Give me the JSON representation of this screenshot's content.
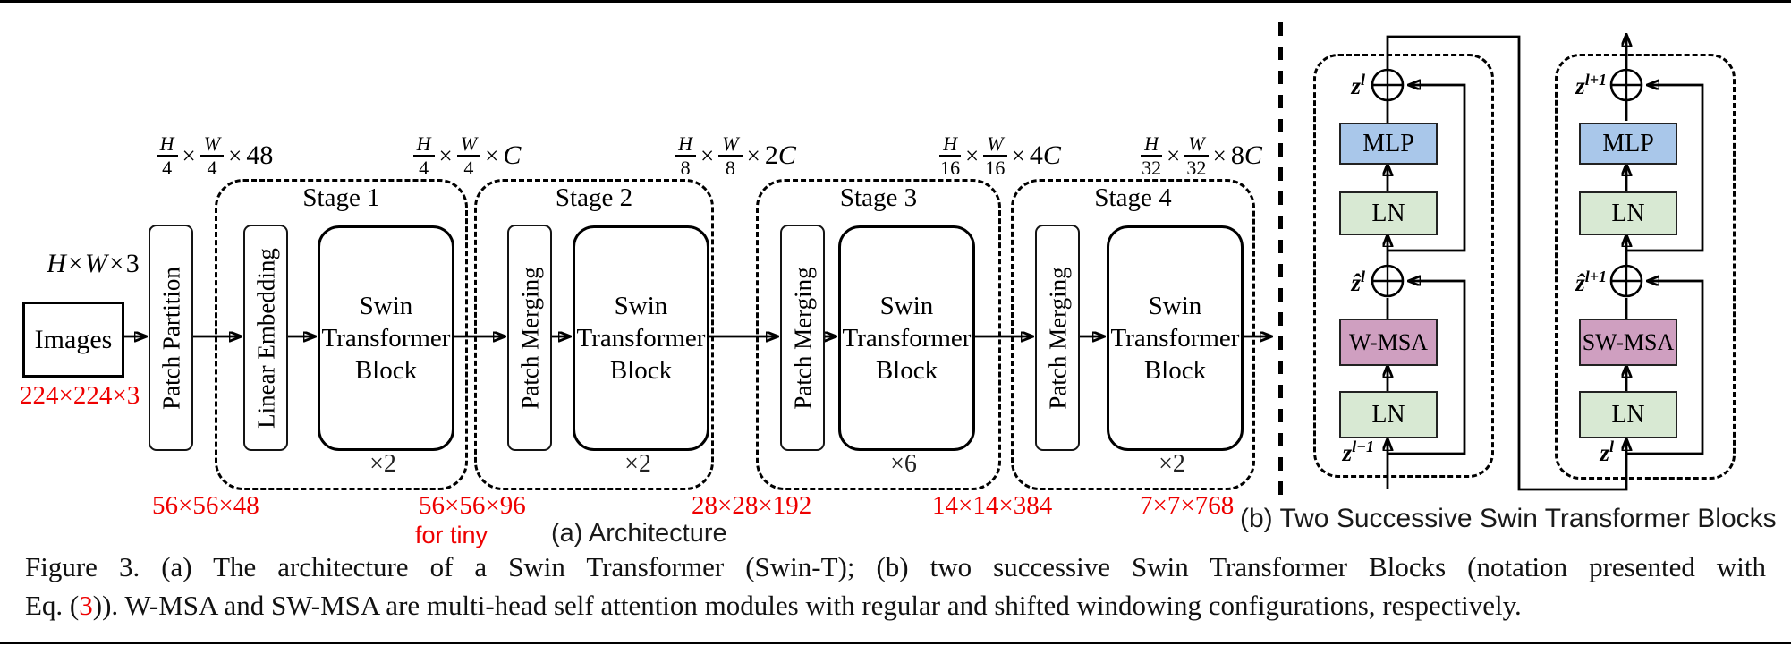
{
  "colors": {
    "mlp-fill": "#a9c7ea",
    "ln-fill": "#d8e9d3",
    "msa-fill": "#cf9fc0",
    "annotation-red": "#ee0000"
  },
  "panel_a": {
    "caption": "(a) Architecture",
    "times": "×",
    "frac_h": "H",
    "frac_w": "W",
    "input": {
      "h": "H",
      "w": "W",
      "depth": "3",
      "box_label": "Images",
      "red_dim": "224×224×3"
    },
    "patch_partition": "Patch Partition",
    "dim_labels": [
      {
        "den": "4",
        "mult_num": "48",
        "mult_var": ""
      },
      {
        "den": "4",
        "mult_num": "",
        "mult_var": "C"
      },
      {
        "den": "8",
        "mult_num": "2",
        "mult_var": "C"
      },
      {
        "den": "16",
        "mult_num": "4",
        "mult_var": "C"
      },
      {
        "den": "32",
        "mult_num": "8",
        "mult_var": "C"
      }
    ],
    "stages": [
      {
        "title": "Stage 1",
        "pre_block": "Linear Embedding",
        "block": "Swin\nTransformer\nBlock",
        "mult": "×2"
      },
      {
        "title": "Stage 2",
        "pre_block": "Patch Merging",
        "block": "Swin\nTransformer\nBlock",
        "mult": "×2"
      },
      {
        "title": "Stage 3",
        "pre_block": "Patch Merging",
        "block": "Swin\nTransformer\nBlock",
        "mult": "×6"
      },
      {
        "title": "Stage 4",
        "pre_block": "Patch Merging",
        "block": "Swin\nTransformer\nBlock",
        "mult": "×2"
      }
    ],
    "red_dims": [
      {
        "text": "56×56×48",
        "note": ""
      },
      {
        "text": "56×56×96",
        "note": "for tiny"
      },
      {
        "text": "28×28×192",
        "note": ""
      },
      {
        "text": "14×14×384",
        "note": ""
      },
      {
        "text": "7×7×768",
        "note": ""
      }
    ]
  },
  "panel_b": {
    "caption": "(b) Two Successive Swin Transformer Blocks",
    "blocks": [
      {
        "out_base": "z",
        "out_sup": "l",
        "mlp": "MLP",
        "ln_top": "LN",
        "mid_base": "ẑ",
        "mid_sup": "l",
        "msa": "W-MSA",
        "ln_bottom": "LN",
        "in_base": "z",
        "in_sup": "l−1"
      },
      {
        "out_base": "z",
        "out_sup": "l+1",
        "mlp": "MLP",
        "ln_top": "LN",
        "mid_base": "ẑ",
        "mid_sup": "l+1",
        "msa": "SW-MSA",
        "ln_bottom": "LN",
        "in_base": "z",
        "in_sup": "l"
      }
    ]
  },
  "caption": {
    "line1": "Figure 3. (a) The architecture of a Swin Transformer (Swin-T); (b) two successive Swin Transformer Blocks (notation presented with",
    "line2_pre": "Eq. (",
    "line2_eqnum": "3",
    "line2_post": ")). W-MSA and SW-MSA are multi-head self attention modules with regular and shifted windowing configurations, respectively."
  }
}
